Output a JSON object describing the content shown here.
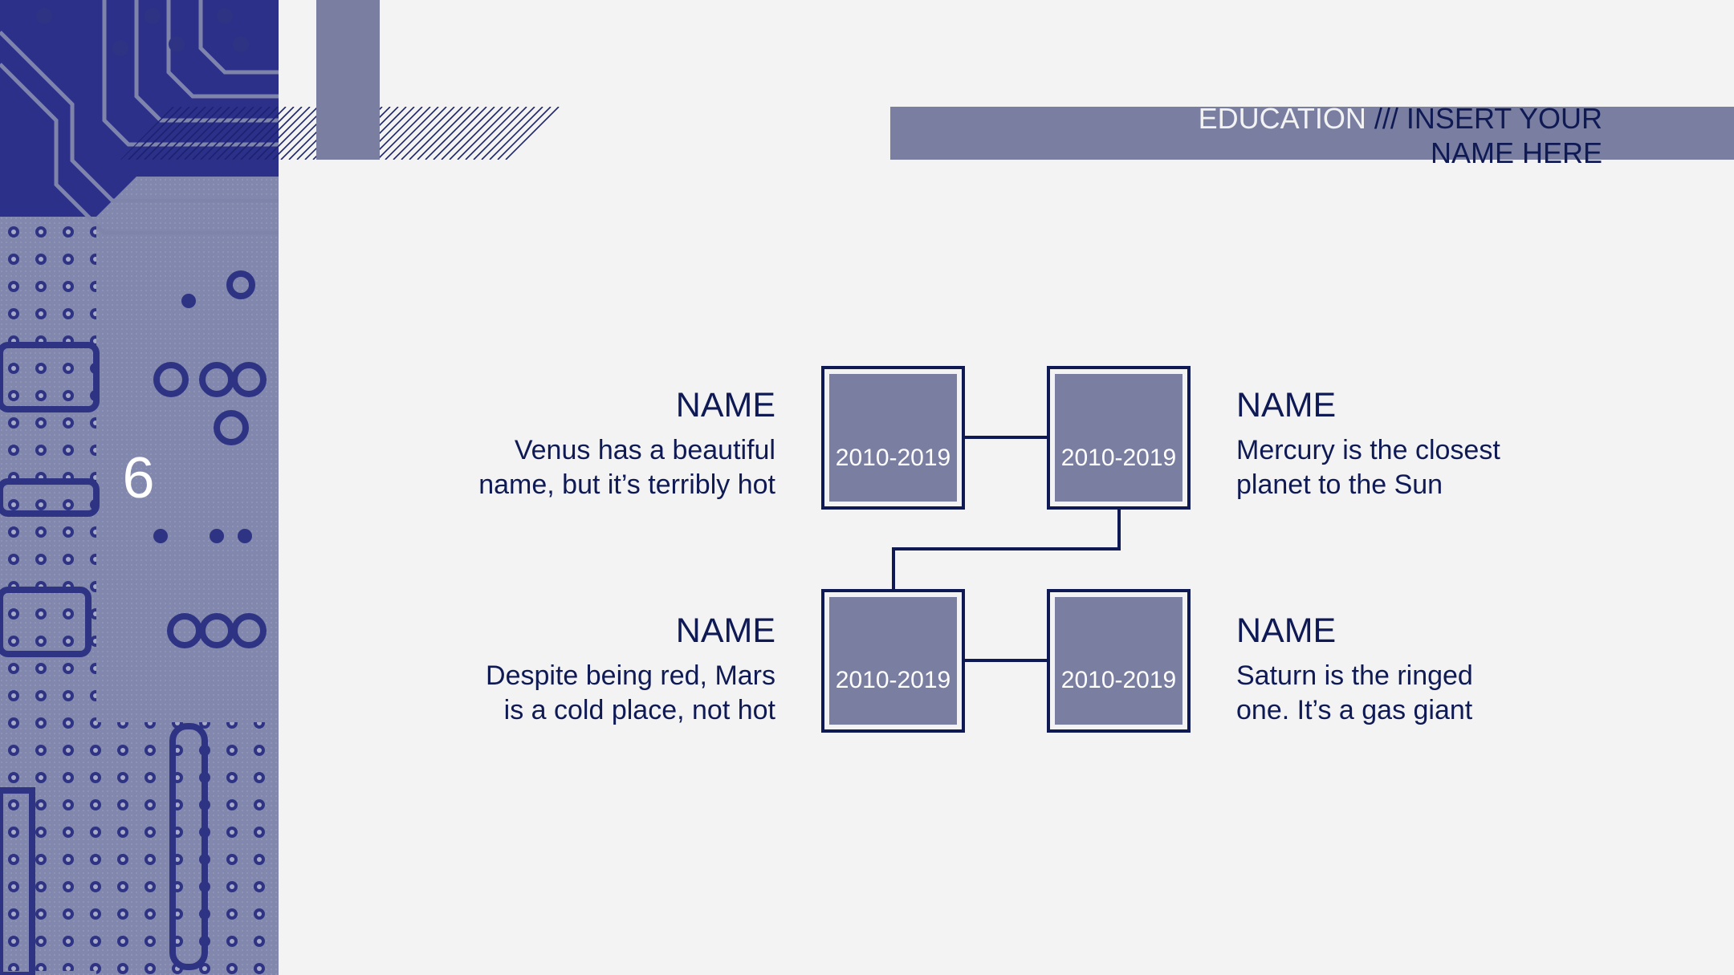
{
  "slide": {
    "number": "6",
    "header": {
      "title_part1": "EDUCATION ",
      "title_part2": "/// INSERT YOUR NAME HERE"
    }
  },
  "timeline": {
    "boxes": [
      {
        "label": "2010-2019"
      },
      {
        "label": "2010-2019"
      },
      {
        "label": "2010-2019"
      },
      {
        "label": "2010-2019"
      }
    ],
    "entries": [
      {
        "name": "NAME",
        "description": "Venus has a beautiful name, but it’s terribly hot"
      },
      {
        "name": "NAME",
        "description": "Mercury is the closest planet to the Sun"
      },
      {
        "name": "NAME",
        "description": "Despite being red, Mars is a cold place, not hot"
      },
      {
        "name": "NAME",
        "description": "Saturn is the ringed one. It’s a gas giant"
      }
    ]
  },
  "colors": {
    "background": "#f3f3f3",
    "accent": "#7a7fa2",
    "text": "#0f1a55",
    "circuit": "#34398f"
  },
  "images": {
    "left_panel": "circuit-board-photo"
  }
}
